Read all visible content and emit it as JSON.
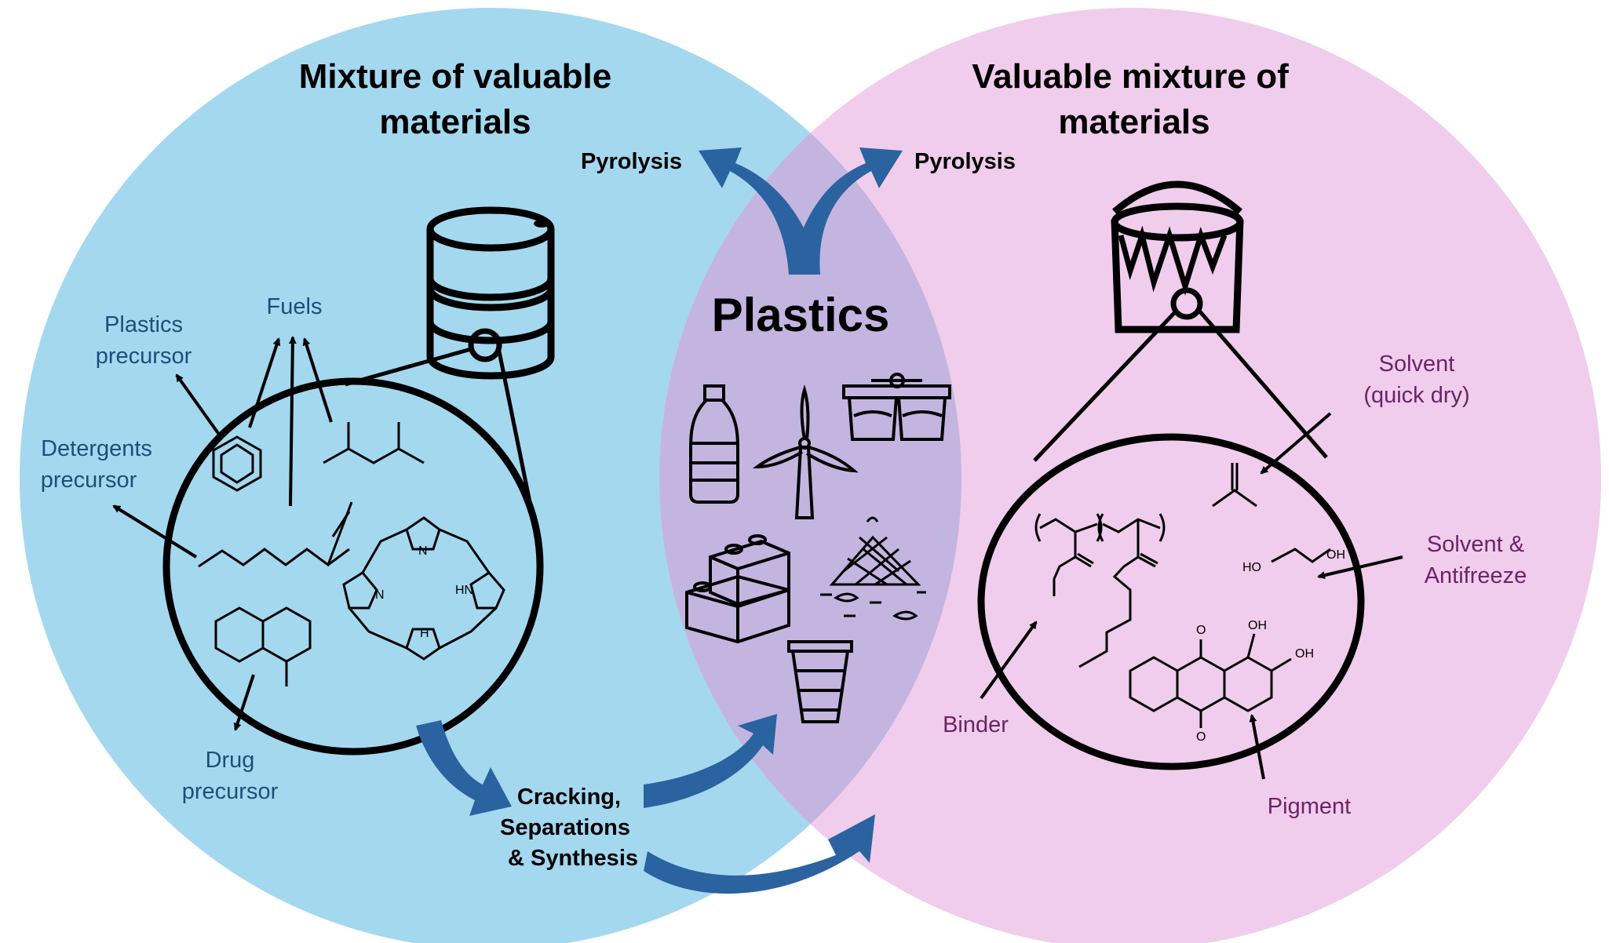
{
  "colors": {
    "left_circle": "#a4d8ef",
    "right_circle": "#f0cdec",
    "overlap": "#c3b5e0",
    "arrow_blue": "#2a63a0",
    "label_blue": "#1f4e79",
    "label_purple": "#6b2466"
  },
  "left": {
    "title_line1": "Mixture of valuable",
    "title_line2": "materials",
    "pyrolysis": "Pyrolysis",
    "fuels": "Fuels",
    "plastics_precursor_line1": "Plastics",
    "plastics_precursor_line2": "precursor",
    "detergents_line1": "Detergents",
    "detergents_line2": "precursor",
    "drug_line1": "Drug",
    "drug_line2": "precursor",
    "icon": "oil-barrel-icon"
  },
  "right": {
    "title_line1": "Valuable mixture of",
    "title_line2": "materials",
    "pyrolysis": "Pyrolysis",
    "solvent_line1": "Solvent",
    "solvent_line2": "(quick dry)",
    "antifreeze_line1": "Solvent &",
    "antifreeze_line2": "Antifreeze",
    "binder": "Binder",
    "pigment": "Pigment",
    "icon": "paint-bucket-icon"
  },
  "center": {
    "title": "Plastics",
    "process_line1": "Cracking,",
    "process_line2": "Separations",
    "process_line3": "& Synthesis",
    "icons": [
      "bottle-icon",
      "wind-turbine-icon",
      "yogurt-cups-icon",
      "lego-bricks-icon",
      "fishing-net-icon",
      "plastic-cup-icon"
    ]
  },
  "atoms": {
    "N": "N",
    "HN": "HN",
    "NH": "H",
    "OH": "OH",
    "HO": "HO",
    "O": "O"
  }
}
